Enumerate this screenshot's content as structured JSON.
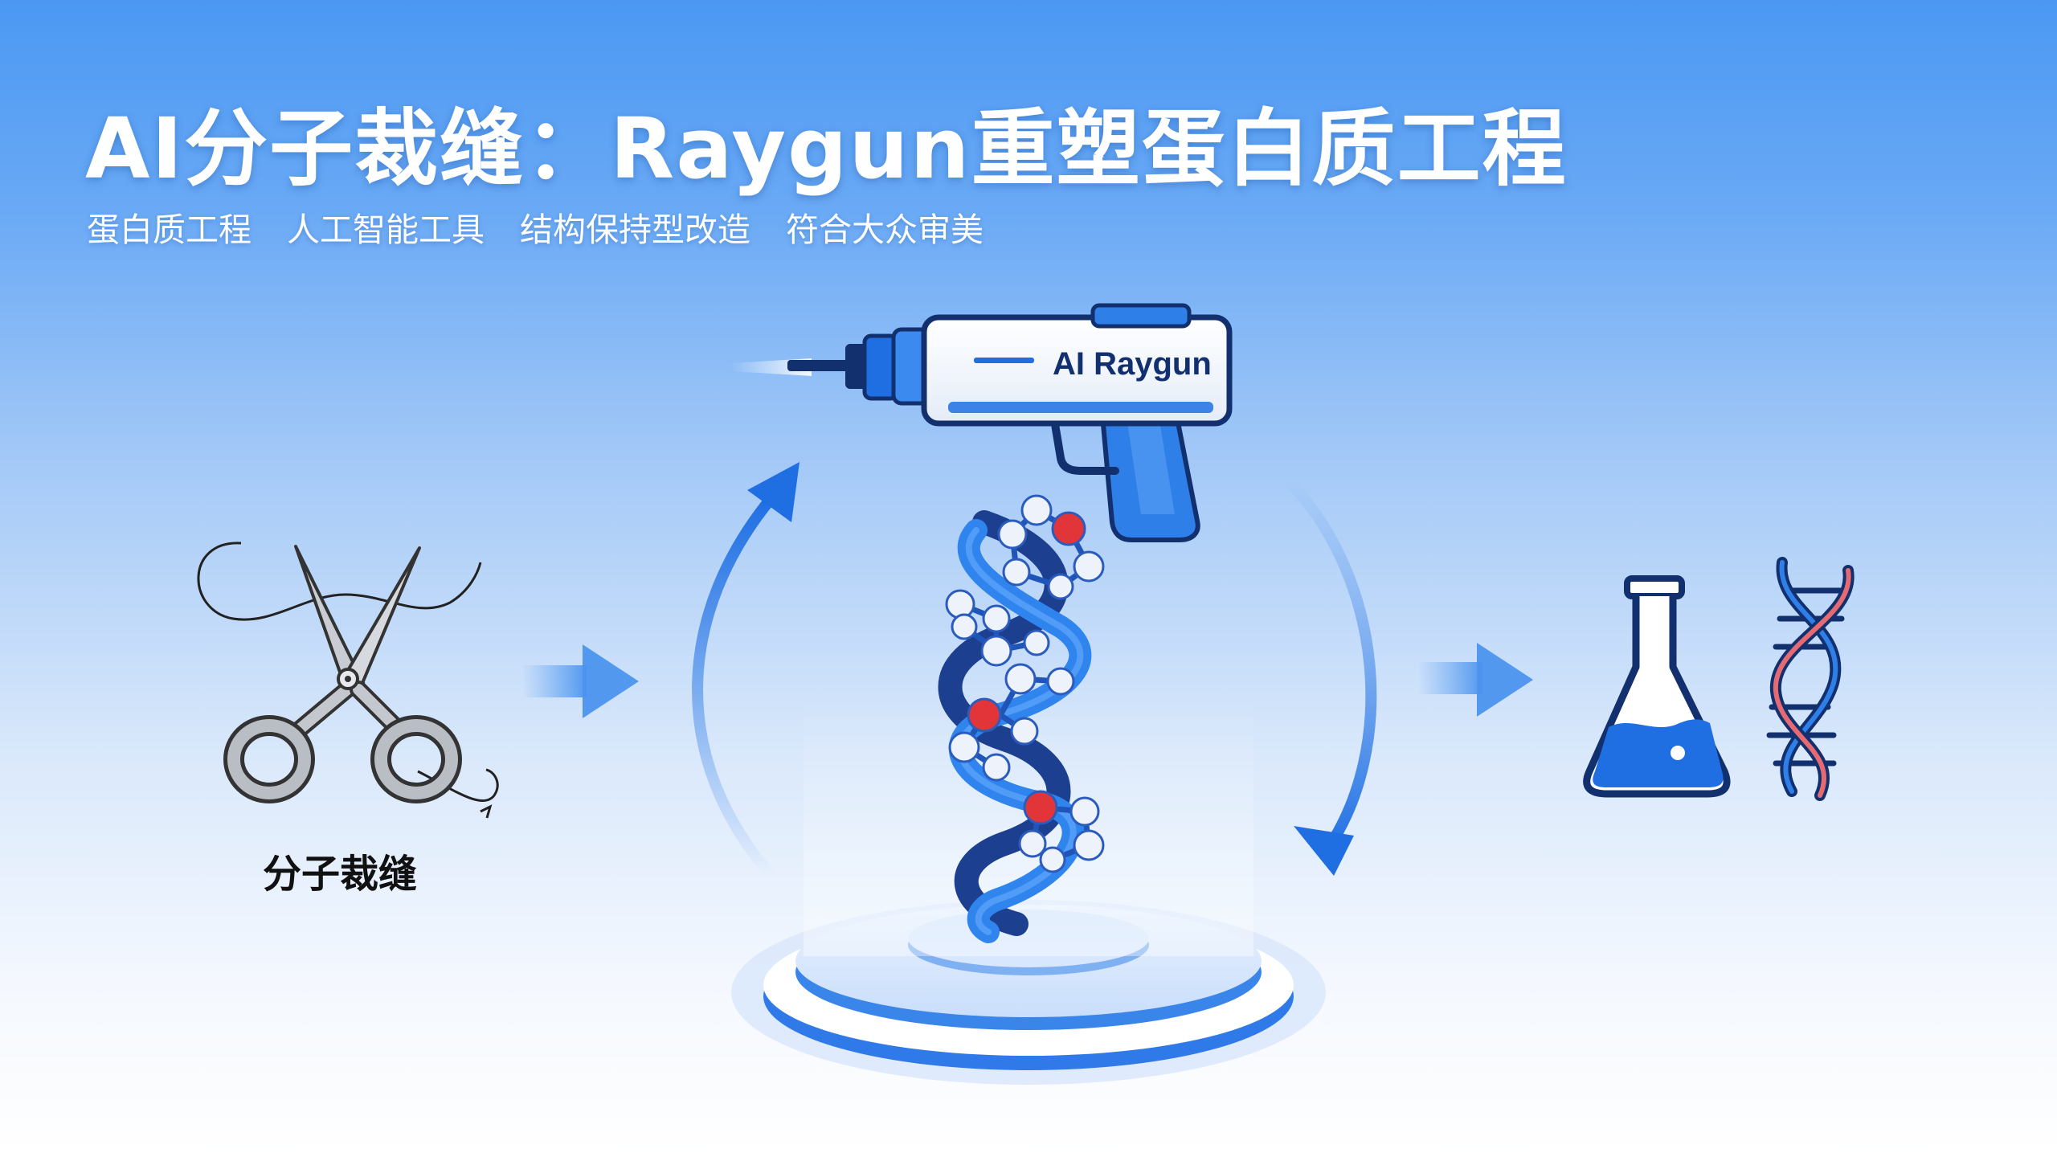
{
  "title": "AI分子裁缝：Raygun重塑蛋白质工程",
  "tags": [
    "蛋白质工程",
    "人工智能工具",
    "结构保持型改造",
    "符合大众审美"
  ],
  "scissors_label": "分子裁缝",
  "raygun_label": "AI Raygun",
  "icons": {
    "scissors": "scissors-icon",
    "raygun": "raygun-icon",
    "molecule": "protein-helix-icon",
    "flask": "flask-icon",
    "dna": "dna-icon"
  },
  "colors": {
    "primary_blue": "#1f6fe3",
    "dark_navy": "#12306e",
    "atom_red": "#e2353a",
    "atom_white": "#eef3fb",
    "dna_pink": "#e66a72"
  }
}
